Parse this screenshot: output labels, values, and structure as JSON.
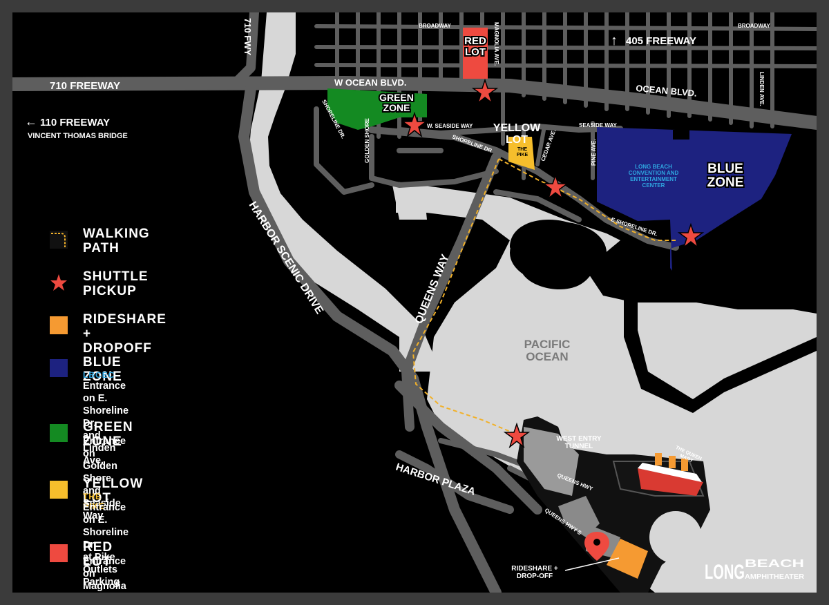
{
  "colors": {
    "background": "#000000",
    "water": "#d7d7d7",
    "road": "#5e5e5e",
    "blue_zone": "#1d2280",
    "green_zone": "#148a22",
    "yellow_lot": "#f6be2c",
    "red_lot": "#ee4a40",
    "rideshare": "#f59a32",
    "accent_cyan": "#2fa6e0",
    "walking_path": "#f1b12a"
  },
  "freeways": {
    "fwy_710_top": "710 FWY",
    "fwy_710": "710 FREEWAY",
    "fwy_405": "405 FREEWAY",
    "fwy_110": "110 FREEWAY",
    "bridge": "VINCENT THOMAS BRIDGE"
  },
  "streets": {
    "broadway_left": "BROADWAY",
    "broadway_right": "BROADWAY",
    "w_ocean": "W OCEAN BLVD.",
    "ocean": "OCEAN BLVD.",
    "magnolia": "MAGNOLIA AVE.",
    "linden": "LINDEN AVE.",
    "shoreline_dr_left": "SHORELINE DR.",
    "golden_shore": "GOLDEN SHORE",
    "w_seaside": "W. SEASIDE WAY",
    "seaside": "SEASIDE WAY",
    "shoreline_dr": "SHORELINE DR",
    "cedar": "CEDAR AVE.",
    "pine": "PINE AVE.",
    "e_shoreline": "E SHORELINE DR.",
    "queens_way": "QUEENS WAY",
    "harbor_scenic": "HARBOR SCENIC DRIVE",
    "harbor_plaza": "HARBOR PLAZA",
    "queens_hwy": "QUEENS HWY",
    "queens_hwy_s": "QUEENS HWY S"
  },
  "zones": {
    "red_lot": "RED\nLOT",
    "green_zone": "GREEN\nZONE",
    "yellow_lot": "YELLOW\nLOT",
    "the_pike": "THE\nPIKE",
    "blue_zone": "BLUE\nZONE",
    "convention_center": "LONG BEACH\nCONVENTION AND\nENTERTAINMENT\nCENTER"
  },
  "places": {
    "pacific_ocean": "PACIFIC\nOCEAN",
    "west_entry_tunnel": "WEST ENTRY\nTUNNEL",
    "queen_mary": "THE QUEEN\nMARY",
    "rideshare_dropoff": "RIDESHARE +\nDROP-OFF"
  },
  "logo": {
    "word1": "LONG",
    "word2": "BEACH",
    "word3": "AMPHITHEATER"
  },
  "legend": [
    {
      "key": "walking",
      "title": "WALKING\nPATH",
      "icon": "walking-path-icon"
    },
    {
      "key": "shuttle",
      "title": "SHUTTLE\nPICKUP",
      "icon": "star-icon"
    },
    {
      "key": "rideshare",
      "title": "RIDESHARE +\nDROPOFF"
    },
    {
      "key": "blue",
      "title": "BLUE ZONE",
      "sub": "LBCEC",
      "note": "Entrance on E. Shoreline Dr.\nand Linden Ave."
    },
    {
      "key": "green",
      "title": "GREEN ZONE",
      "note": "Entrance on Golden Shore\nand Seaside Way"
    },
    {
      "key": "yellow",
      "title": "YELLOW LOT",
      "sub": "THE PIKE",
      "note": "Entrance on E. Shoreline Dr.\nat Pike Outlets Parking"
    },
    {
      "key": "red",
      "title": "RED LOT",
      "note": "Entrance on Magnolia Ave."
    }
  ]
}
